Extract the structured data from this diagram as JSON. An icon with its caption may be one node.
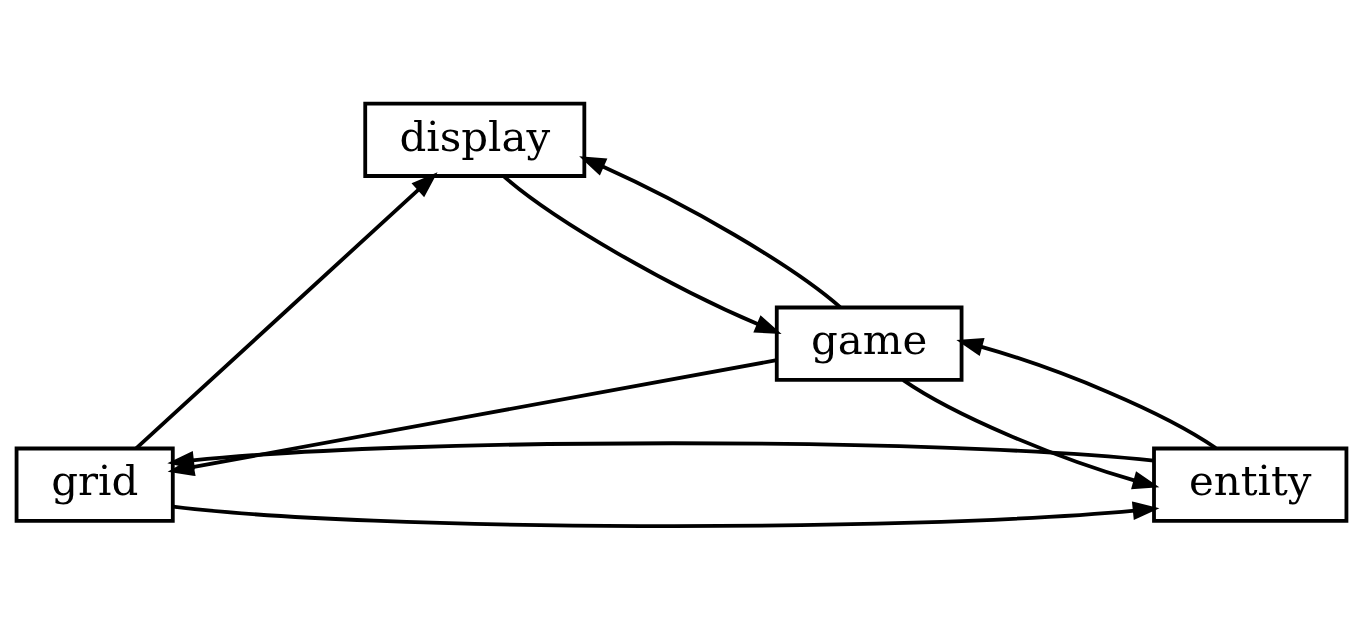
{
  "diagram": {
    "nodes": [
      {
        "text": [
          "grid"
        ]
      },
      {
        "text": [
          "game"
        ]
      },
      {
        "text": [
          "display"
        ]
      },
      {
        "text": [
          "entity"
        ]
      }
    ],
    "edges": [
      {
        "from": 1,
        "to": 0,
        "arrow": "to"
      },
      {
        "from": 0,
        "to": 2,
        "arrow": "to"
      },
      {
        "from": 1,
        "to": 2,
        "arrow": "to"
      },
      {
        "from": 2,
        "to": 1,
        "arrow": "to"
      },
      {
        "from": 0,
        "to": 3,
        "arrow": "to"
      },
      {
        "from": 3,
        "to": 0,
        "arrow": "to"
      },
      {
        "from": 1,
        "to": 3,
        "arrow": "to"
      },
      {
        "from": 3,
        "to": 1,
        "arrow": "to"
      }
    ]
  }
}
